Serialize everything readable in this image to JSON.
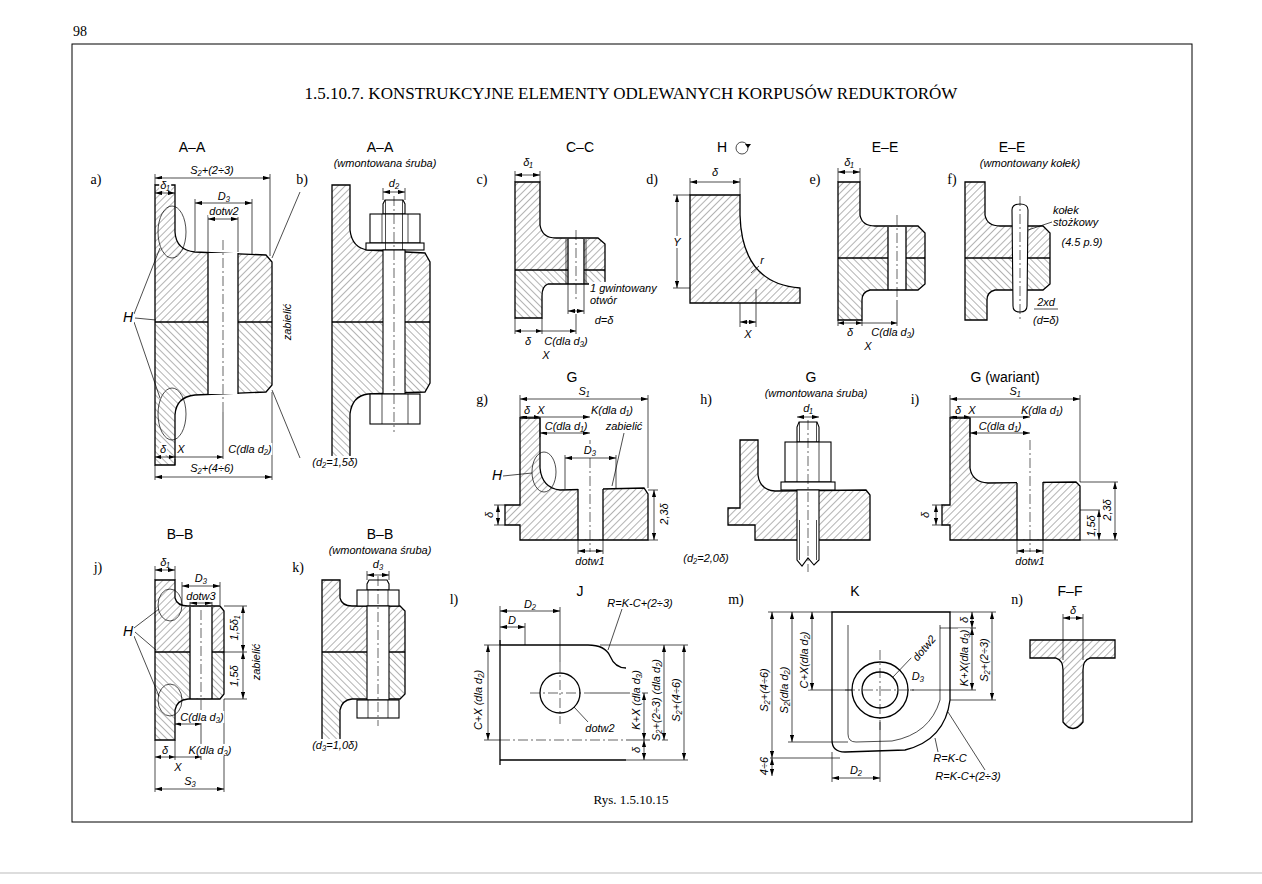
{
  "diagram": {
    "title": "1.5.10.7. KONSTRUKCYJNE ELEMENTY ODLEWANYCH KORPUSÓW REDUKTORÓW",
    "caption": "Rys. 1.5.10.15",
    "labels": [
      "98",
      "A–A",
      "a)",
      "S₂+(2÷3)",
      "δ₁",
      "D₃",
      "dotw2",
      "zabielić",
      "H",
      "δ",
      "X",
      "C(dla d₂)",
      "S₂+(4÷6)",
      "A–A",
      "(wmontowana śruba)",
      "b)",
      "d₂",
      "(d₂=1,5δ)",
      "C–C",
      "c)",
      "δ₁",
      "1 gwintowany otwór",
      "d=δ",
      "δ",
      "C(dla d₃)",
      "X",
      "H",
      "d)",
      "δ",
      "Y",
      "r",
      "X",
      "E–E",
      "e)",
      "δ₁",
      "δ",
      "C(dla d₃)",
      "X",
      "E–E",
      "(wmontowany kołek)",
      "f)",
      "kołek stożkowy",
      "(4.5 p.9)",
      "2xd",
      "(d=δ)",
      "G",
      "g)",
      "S₁",
      "δ",
      "X",
      "K(dla d₁)",
      "C(dla d₁)",
      "zabielić",
      "D₃",
      "H",
      "δ",
      "2,3δ",
      "dotw1",
      "(d₂=2,0δ)",
      "G",
      "(wmontowana śruba)",
      "h)",
      "d₁",
      "G (wariant)",
      "i)",
      "S₁",
      "δ",
      "X",
      "K(dla d₁)",
      "C(dla d₁)",
      "δ",
      "1,5δ",
      "2,3δ",
      "dotw1",
      "B–B",
      "j)",
      "δ₁",
      "D₃",
      "dotw3",
      "1,5δ₁",
      "zabielić",
      "1,5δ",
      "H",
      "C(dla d₃)",
      "δ",
      "K(dla d₃)",
      "X",
      "S₃",
      "B–B",
      "(wmontowana śruba)",
      "k)",
      "d₃",
      "(d₃=1,0δ)",
      "J",
      "l)",
      "D₂",
      "D",
      "R=K-C+(2÷3)",
      "C+X (dla d₂)",
      "dotw2",
      "δ",
      "K+X (dla d₃)",
      "S₂+(2÷3) (dla d₂)",
      "S₂+(4÷6)",
      "K",
      "m)",
      "S₂+(4÷6)",
      "S₂(dla d₂)",
      "C+X(dla d₂)",
      "dotw2",
      "D₃",
      "K+X(dla d₃)",
      "δ",
      "S₂+(2÷3)",
      "R=K-C",
      "R=K-C+(2÷3)",
      "4÷6",
      "D₂",
      "F–F",
      "n)",
      "δ"
    ]
  }
}
